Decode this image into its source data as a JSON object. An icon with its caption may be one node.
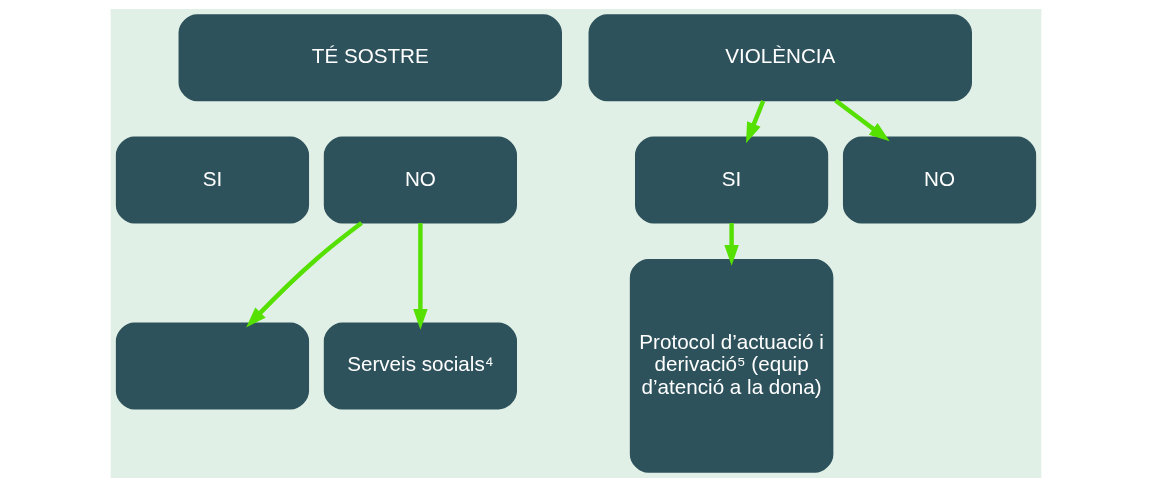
{
  "diagram": {
    "nodes": [
      {
        "text": [
          "TÉ SOSTRE"
        ]
      },
      {
        "text": [
          "VIOLÈNCIA"
        ]
      },
      {
        "text": [
          "SI"
        ]
      },
      {
        "text": [
          "NO"
        ]
      },
      {
        "text": [
          "SI"
        ]
      },
      {
        "text": [
          "NO"
        ]
      },
      {
        "text": [],
        "shape": "box"
      },
      {
        "text": [
          "Serveis socials⁴"
        ]
      },
      {
        "text": [
          "Protocol d’actuació i derivació⁵ (equip d’atenció a la dona)"
        ]
      }
    ],
    "edges": [
      {
        "from": 3,
        "to": 6,
        "arrow": "to"
      },
      {
        "from": 3,
        "to": 7,
        "arrow": "to"
      },
      {
        "from": 1,
        "to": 4,
        "arrow": "to"
      },
      {
        "from": 1,
        "to": 5,
        "arrow": "to"
      },
      {
        "from": 4,
        "to": 8,
        "arrow": "to"
      }
    ]
  }
}
